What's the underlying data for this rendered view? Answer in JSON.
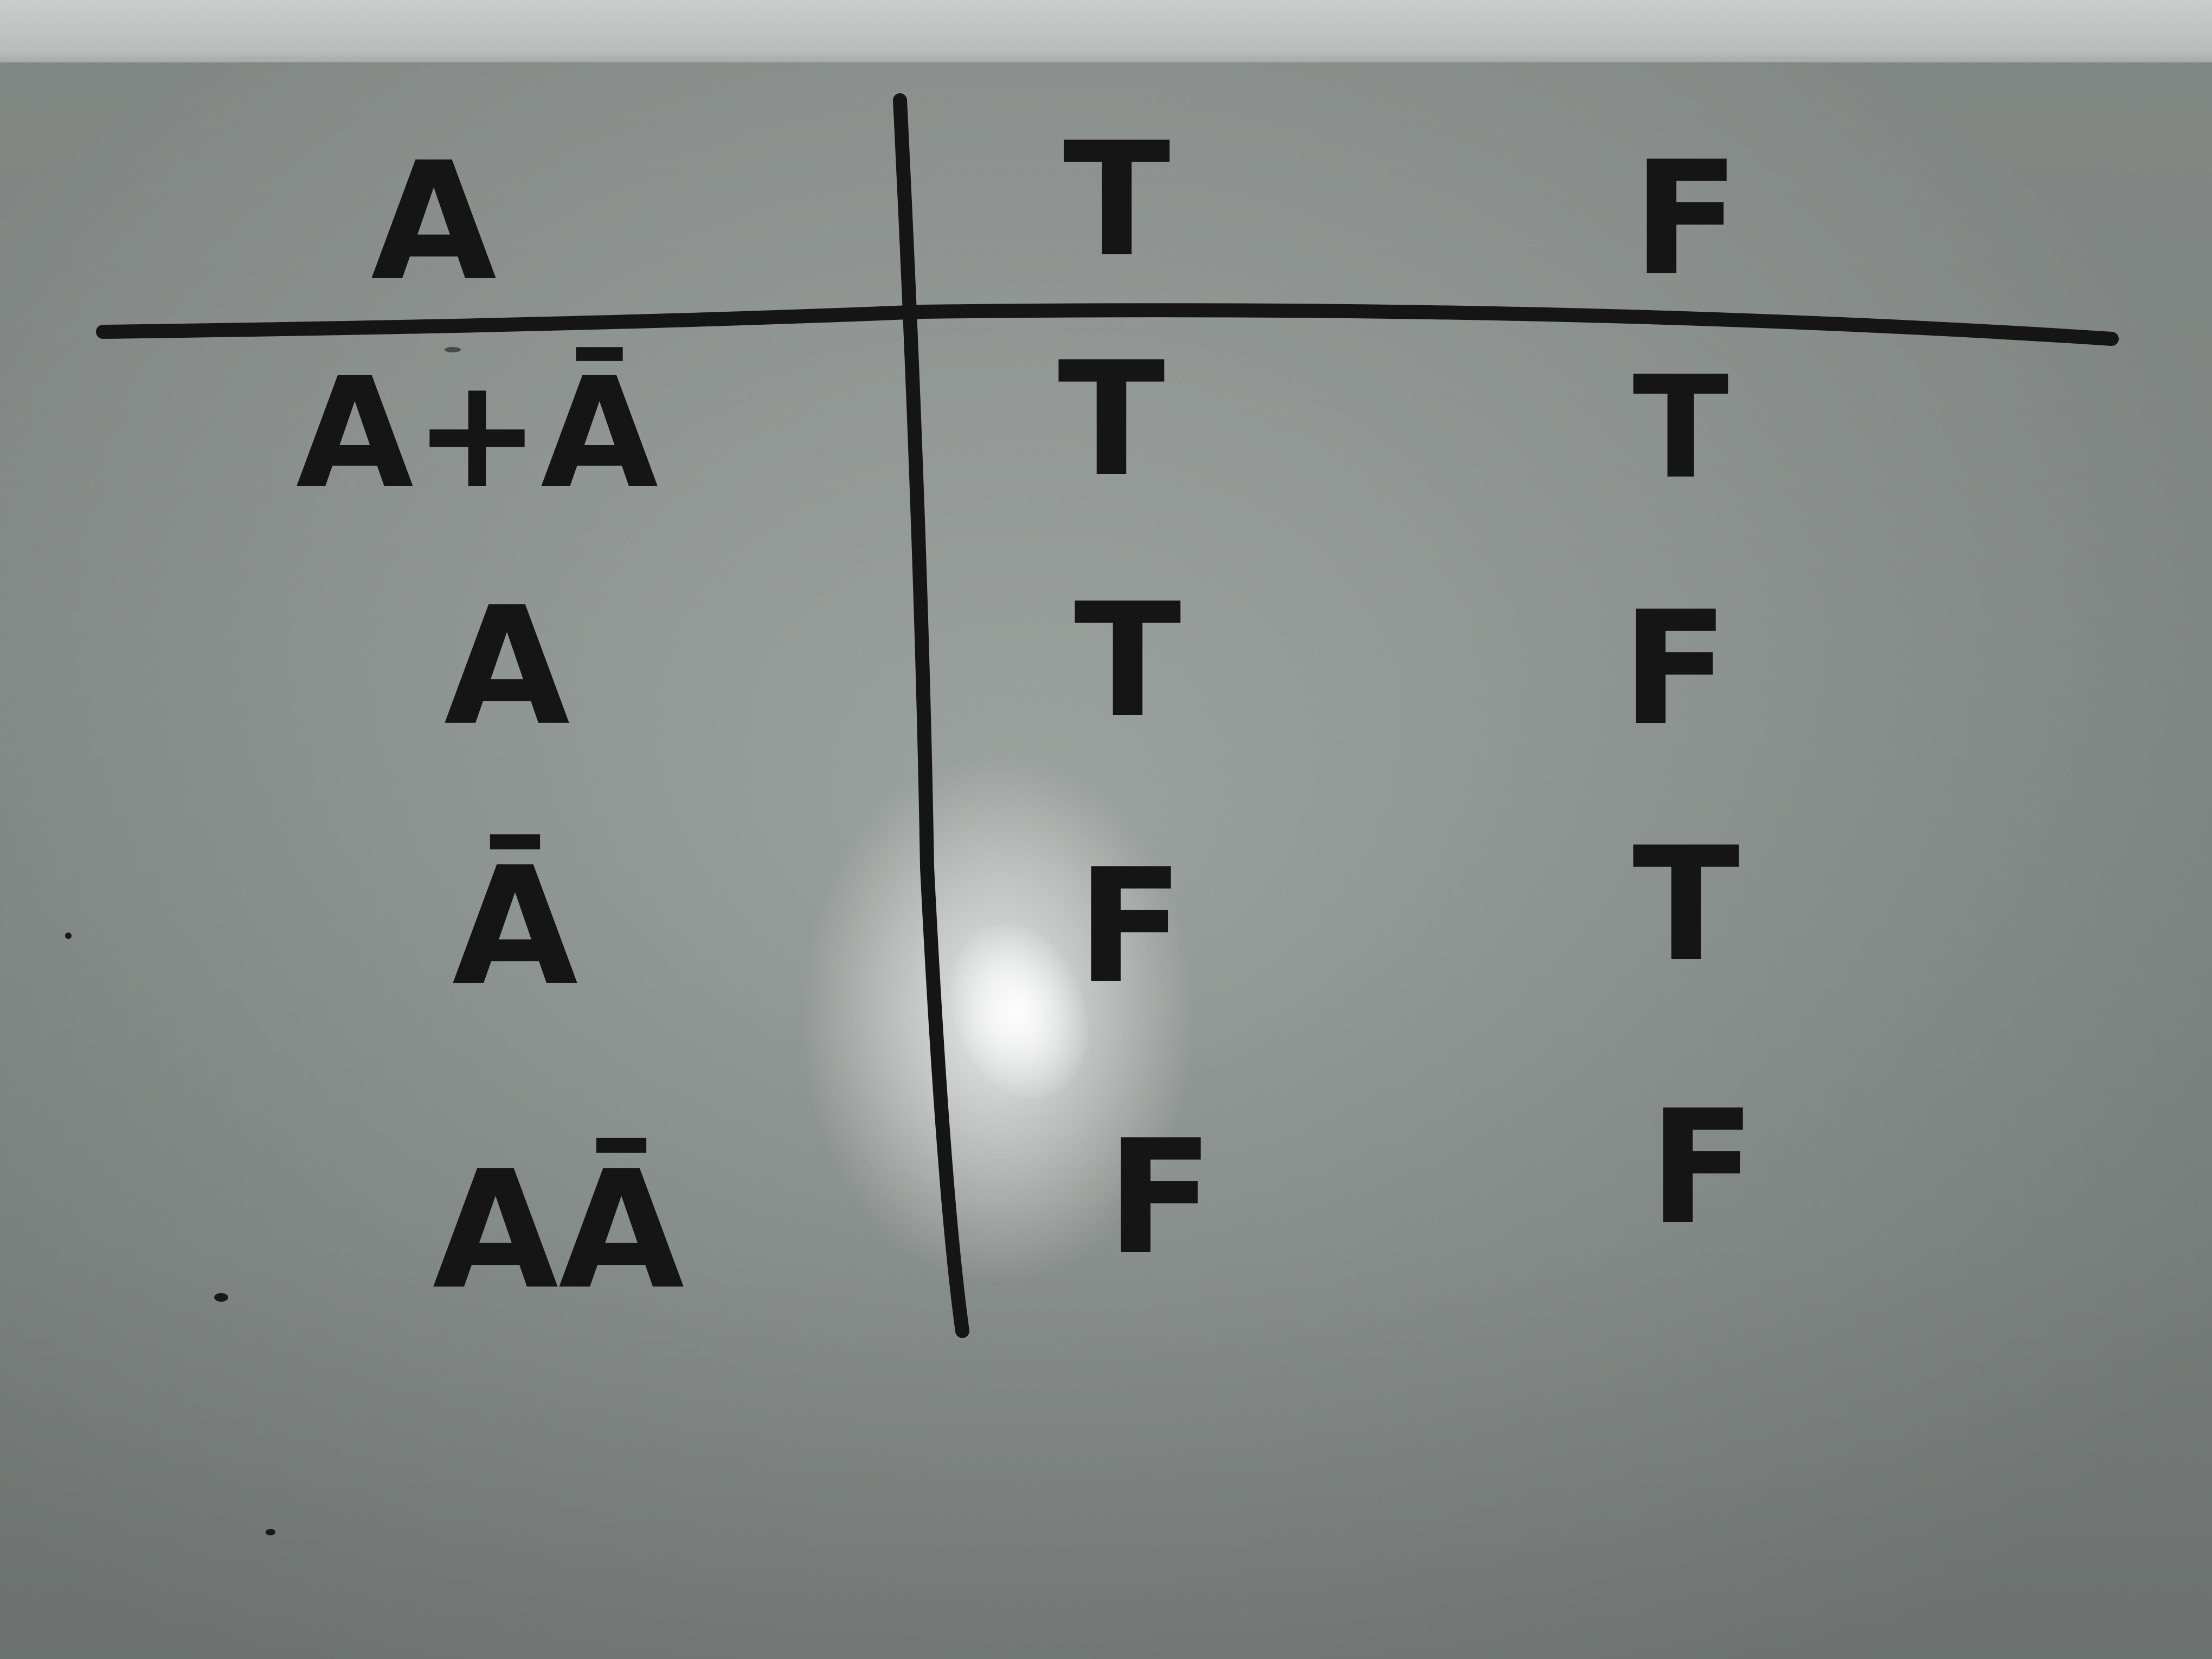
{
  "table": {
    "header": {
      "label": "A",
      "col_true": "T",
      "col_false": "F"
    },
    "rows": [
      {
        "expression": "A+Ā",
        "when_true": "T",
        "when_false": "T"
      },
      {
        "expression": "A",
        "when_true": "T",
        "when_false": "F"
      },
      {
        "expression": "Ā",
        "when_true": "F",
        "when_false": "T"
      },
      {
        "expression": "AĀ",
        "when_true": "F",
        "when_false": "F"
      }
    ]
  },
  "colors": {
    "marker_ink": "#151515",
    "board": "#a3a8a5"
  }
}
